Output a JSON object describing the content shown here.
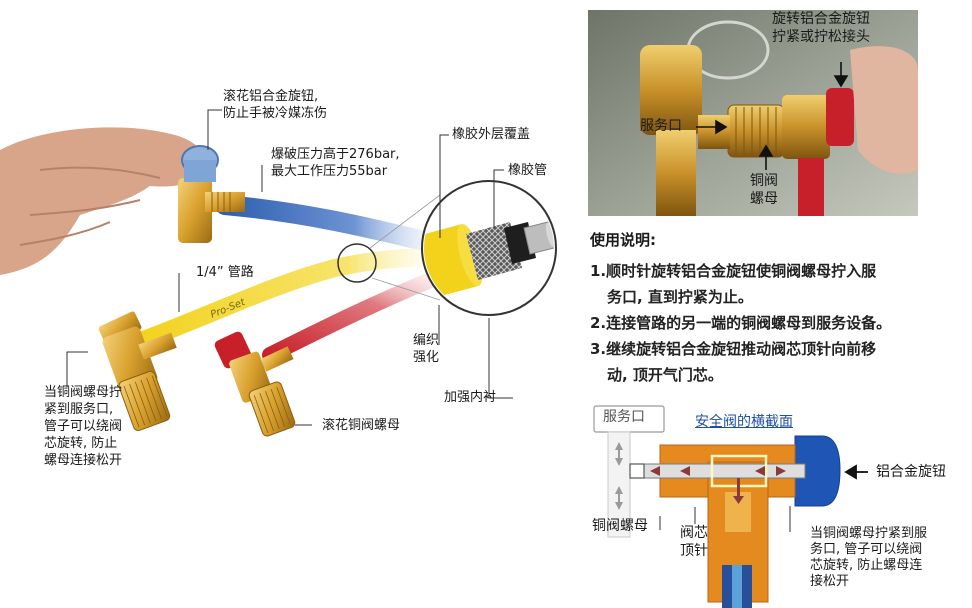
{
  "left_labels": {
    "knurled_knob": [
      "滚花铝合金旋钮,",
      "防止手被冷媒冻伤"
    ],
    "pressure": [
      "爆破压力高于276bar,",
      "最大工作压力55bar"
    ],
    "rubber_cover": "橡胶外层覆盖",
    "rubber_tube": "橡胶管",
    "hose_size": "1/4” 管路",
    "braid": [
      "编织",
      "强化"
    ],
    "liner": "加强内衬",
    "nut_note": [
      "当铜阀螺母拧",
      "紧到服务口,",
      "管子可以绕阀",
      "芯旋转, 防止",
      "螺母连接松开"
    ],
    "knurled_nut": "滚花铜阀螺母"
  },
  "hose_brand": "Pro-Set",
  "photo": {
    "rotate_knob": [
      "旋转铝合金旋钮",
      "拧紧或拧松接头"
    ],
    "service_port": "服务口",
    "copper_nut": [
      "铜阀",
      "螺母"
    ]
  },
  "instructions": {
    "title": "使用说明:",
    "steps": [
      {
        "num": "1.",
        "line1": "顺时针旋转铝合金旋钮使铜阀螺母拧入服",
        "line2": "务口, 直到拧紧为止。"
      },
      {
        "num": "2.",
        "line1": "连接管路的另一端的铜阀螺母到服务设备。",
        "line2": ""
      },
      {
        "num": "3.",
        "line1": "继续旋转铝合金旋钮推动阀芯顶针向前移",
        "line2": "动, 顶开气门芯。"
      }
    ]
  },
  "cross_section": {
    "service_port": "服务口",
    "title": "安全阀的横截面",
    "knob": "铝合金旋钮",
    "copper_nut": "铜阀螺母",
    "pin": [
      "阀芯",
      "顶针"
    ],
    "note": [
      "当铜阀螺母拧紧到服",
      "务口, 管子可以绕阀",
      "芯旋转, 防止螺母连",
      "接松开"
    ]
  },
  "colors": {
    "blue_hose": "#2e5fb0",
    "yellow_hose": "#f2d21a",
    "red_hose": "#c8202a",
    "brass": "#d9a12e",
    "cross_orange": "#e58a1e",
    "knob_blue": "#1f55b5",
    "title_blue": "#1f4ea8"
  }
}
